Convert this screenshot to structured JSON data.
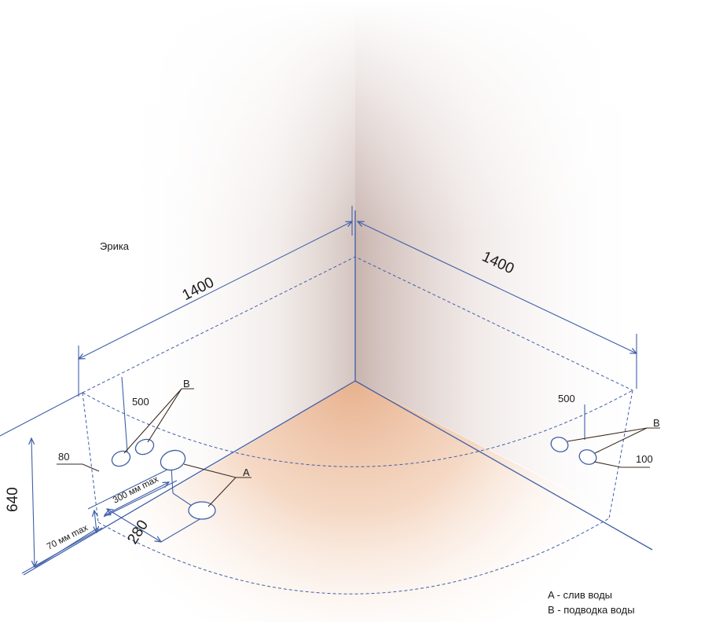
{
  "model_name": "Эрика",
  "dimensions": {
    "left_width": "1400",
    "right_width": "1400",
    "depth": "640",
    "offset_280": "280",
    "left_height_500": "500",
    "left_height_80": "80",
    "right_height_500": "500",
    "right_height_100": "100",
    "max_70": "70 мм max",
    "max_300": "300 мм max"
  },
  "markers": {
    "a": "A",
    "b_left": "B",
    "b_right": "B"
  },
  "legend": {
    "a": "A - слив воды",
    "b": "B - подводка воды"
  },
  "colors": {
    "dimension_line": "#3f5fa8",
    "leader_line": "#3a2a1e",
    "floor_tint": "#e8b28e",
    "wall_shadow": "#c9b4ad"
  }
}
